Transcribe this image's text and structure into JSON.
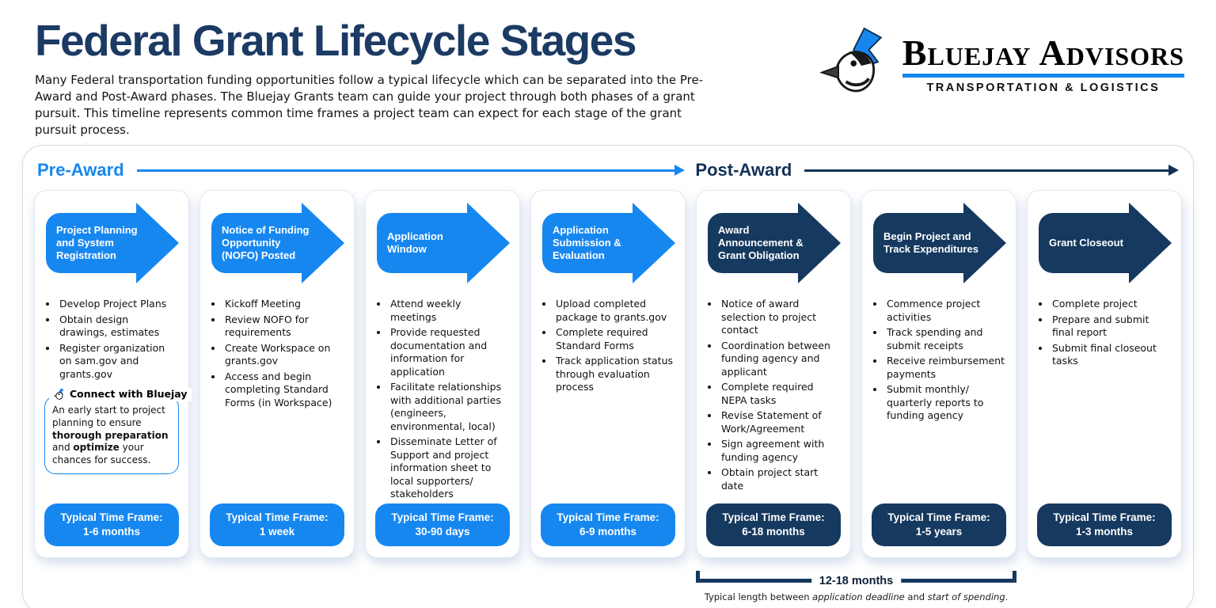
{
  "header": {
    "title": "Federal Grant Lifecycle Stages",
    "intro": "Many Federal transportation funding opportunities follow a typical lifecycle which can be separated into the Pre-Award and Post-Award phases. The Bluejay Grants team can guide your project through both phases of a grant pursuit. This timeline represents common time frames a project team can expect for each stage of the grant pursuit process.",
    "logo": {
      "name": "Bluejay Advisors",
      "tagline": "TRANSPORTATION & LOGISTICS",
      "icon": "bluejay-bird-icon"
    }
  },
  "colors": {
    "accent_blue": "#1787F0",
    "accent_navy": "#16395F"
  },
  "phases": {
    "pre": {
      "label": "Pre-Award"
    },
    "post": {
      "label": "Post-Award"
    }
  },
  "timeframe_label": "Typical Time Frame:",
  "stages": [
    {
      "title": "Project Planning and System Registration",
      "phase": "pre",
      "bullets": [
        "Develop Project Plans",
        "Obtain design drawings, estimates",
        "Register organization on sam.gov and grants.gov"
      ],
      "timeframe": "1-6 months"
    },
    {
      "title": "Notice of Funding Opportunity (NOFO) Posted",
      "phase": "pre",
      "bullets": [
        "Kickoff Meeting",
        "Review NOFO for requirements",
        "Create Workspace on grants.gov",
        "Access and begin completing Standard Forms (in Workspace)"
      ],
      "timeframe": "1 week"
    },
    {
      "title": "Application Window",
      "phase": "pre",
      "bullets": [
        "Attend weekly meetings",
        "Provide requested documentation and information for application",
        "Facilitate relationships with additional parties (engineers, environmental, local)",
        "Disseminate Letter of Support and project information sheet to local supporters/ stakeholders"
      ],
      "timeframe": "30-90 days"
    },
    {
      "title": "Application Submission & Evaluation",
      "phase": "pre",
      "bullets": [
        "Upload completed package to grants.gov",
        "Complete required Standard Forms",
        "Track application status through evaluation process"
      ],
      "timeframe": "6-9 months"
    },
    {
      "title": "Award Announcement & Grant Obligation",
      "phase": "post",
      "bullets": [
        "Notice of award selection to project contact",
        "Coordination between funding agency and applicant",
        "Complete required NEPA tasks",
        "Revise Statement of Work/Agreement",
        "Sign agreement with funding agency",
        "Obtain project start date"
      ],
      "timeframe": "6-18 months"
    },
    {
      "title": "Begin Project and Track Expenditures",
      "phase": "post",
      "bullets": [
        "Commence project activities",
        "Track spending and submit receipts",
        "Receive reimbursement payments",
        "Submit monthly/ quarterly reports to funding agency"
      ],
      "timeframe": "1-5 years"
    },
    {
      "title": "Grant Closeout",
      "phase": "post",
      "bullets": [
        "Complete project",
        "Prepare and submit final report",
        "Submit final closeout tasks"
      ],
      "timeframe": "1-3 months"
    }
  ],
  "callout": {
    "title": "Connect with Bluejay",
    "p1": "An early start to project planning to ensure ",
    "b1": "thorough preparation",
    "p2": " and ",
    "b2": "optimize",
    "p3": " your chances for success."
  },
  "bracket": {
    "label": "12-18 months",
    "caption_p1": "Typical length between ",
    "caption_i1": "application deadline",
    "caption_p2": " and ",
    "caption_i2": "start of spending",
    "caption_p3": "."
  }
}
